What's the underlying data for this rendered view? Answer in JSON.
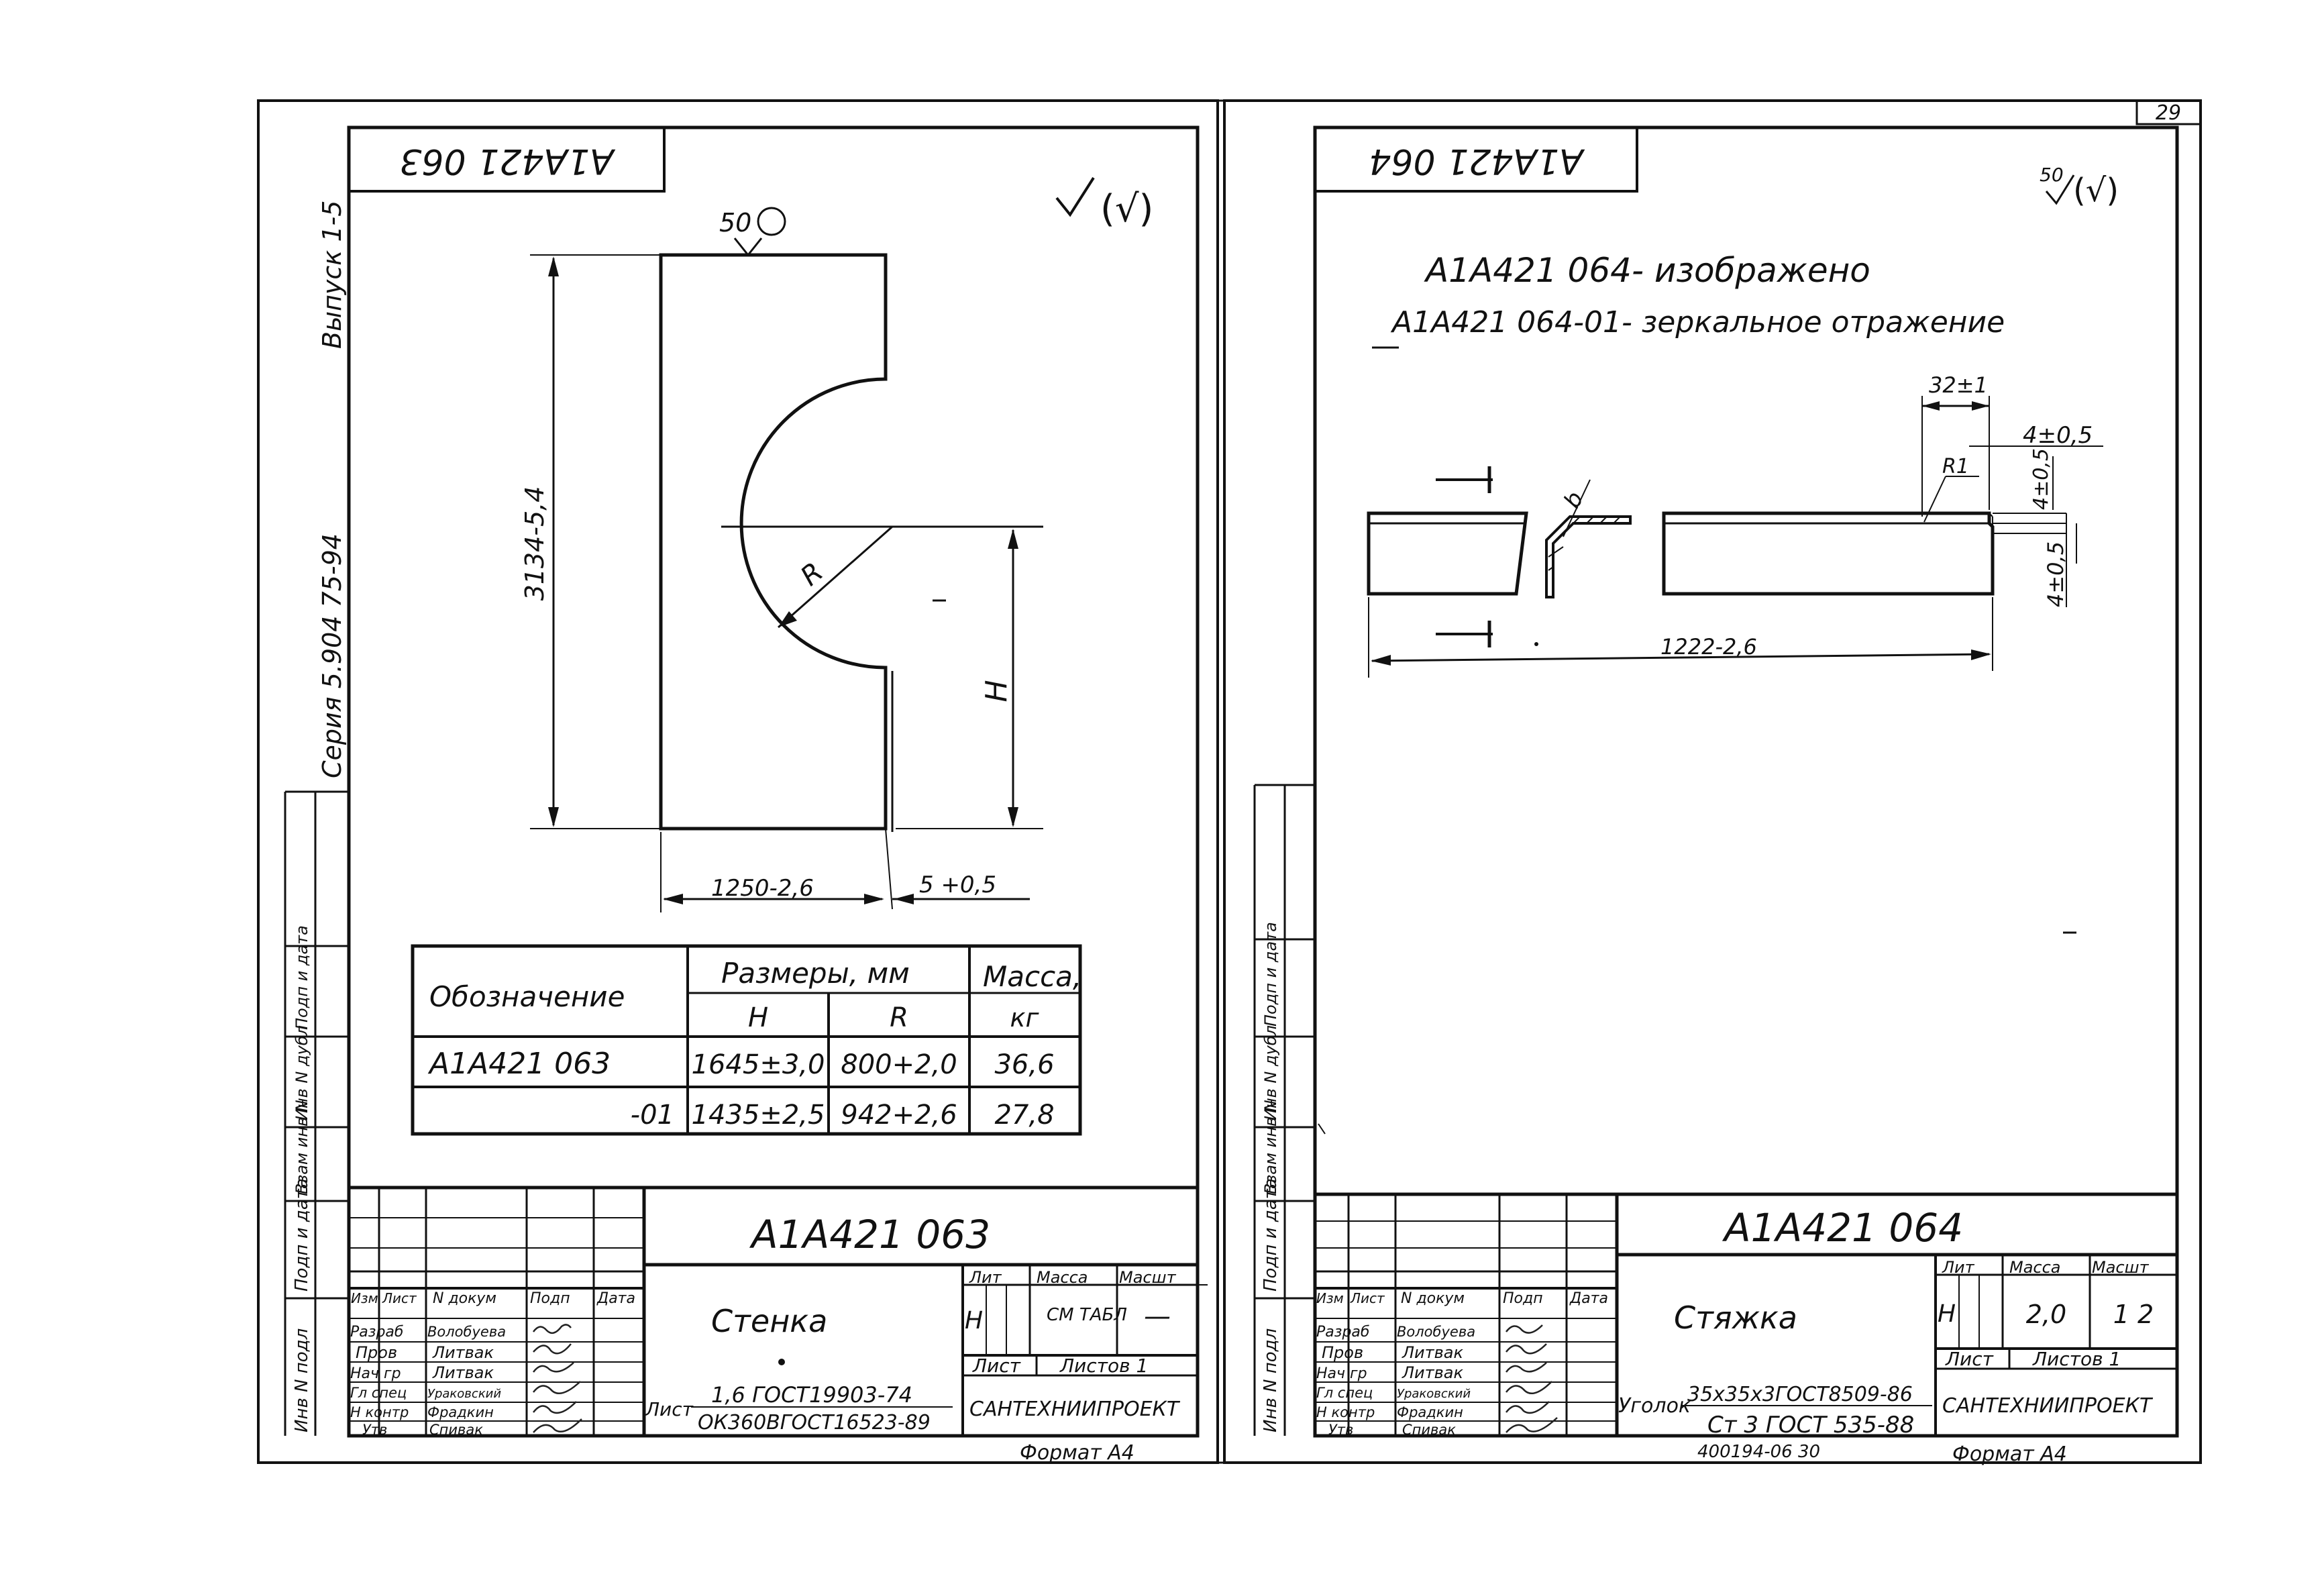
{
  "page": {
    "corner_number": "29"
  },
  "left_sheet": {
    "corner_code": "А1А421 063",
    "roughness": "50",
    "rough_symbol": "(√)",
    "series_text": "Серия  5.904 75-94",
    "issue_text": "Выпуск 1-5",
    "dims": {
      "height": "3134-5,4",
      "width": "1250-2,6",
      "offset": "5 +0,5",
      "radius": "R",
      "h": "H"
    },
    "table": {
      "head_designation": "Обозначение",
      "head_sizes": "Размеры, мм",
      "head_mass": "Масса,",
      "head_h": "H",
      "head_r": "R",
      "head_kg": "кг",
      "rows": [
        {
          "designation": "А1А421 063",
          "h": "1645±3,0",
          "r": "800+2,0",
          "mass": "36,6"
        },
        {
          "designation": "-01",
          "h": "1435±2,5",
          "r": "942+2,6",
          "mass": "27,8"
        }
      ]
    },
    "stamp": {
      "code": "А1А421 063",
      "title": "Стенка",
      "lit_label": "Лит",
      "mass_label": "Масса",
      "scale_label": "Масшт",
      "lit_value": "Н",
      "mass_value": "СМ ТАБЛ",
      "scale_value": "—",
      "sheet_label": "Лист",
      "sheets_label": "Листов 1",
      "material_prefix": "Лист",
      "material_top": "1,6 ГОСТ19903-74",
      "material_bottom": "ОК360ВГОСТ16523-89",
      "org": "САНТЕХНИИПРОЕКТ",
      "format": "Формат А4"
    }
  },
  "right_sheet": {
    "corner_code": "А1А421 064",
    "roughness": "50",
    "rough_symbol": "(√)",
    "note1": "А1А421 064- изображено",
    "note2": "А1А421 064-01- зеркальное отражение",
    "dims": {
      "length": "1222-2,6",
      "edge": "32±1",
      "radius": "R1",
      "t1": "4±0,5",
      "t2": "4±0,5",
      "t3": "4±0,5",
      "weld": "b"
    },
    "stamp": {
      "code": "А1А421 064",
      "title": "Стяжка",
      "lit_label": "Лит",
      "mass_label": "Масса",
      "scale_label": "Масшт",
      "lit_value": "Н",
      "mass_value": "2,0",
      "scale_value": "1 2",
      "sheet_label": "Лист",
      "sheets_label": "Листов 1",
      "material_prefix": "Уголок",
      "material_top": "35x35x3ГОСТ8509-86",
      "material_bottom": "Ст 3 ГОСТ 535-88",
      "org": "САНТЕХНИИПРОЕКТ",
      "format": "Формат А4",
      "order": "400194-06   30"
    }
  },
  "signatures": {
    "head": [
      "Изм",
      "Лист",
      "N докум",
      "Подп",
      "Дата"
    ],
    "rows": [
      {
        "role": "Разраб",
        "name": "Волобуева"
      },
      {
        "role": "Пров",
        "name": "Литвак"
      },
      {
        "role": "Нач гр",
        "name": "Литвак"
      },
      {
        "role": "Гл спец",
        "name": "Ураковский"
      },
      {
        "role": "Н контр",
        "name": "Фрадкин"
      },
      {
        "role": "Утв",
        "name": "Спивак"
      }
    ]
  },
  "side_labels": [
    "Инв N подл",
    "Подп и дата",
    "Взам инв N",
    "Инв N дубл",
    "Подп и дата"
  ]
}
